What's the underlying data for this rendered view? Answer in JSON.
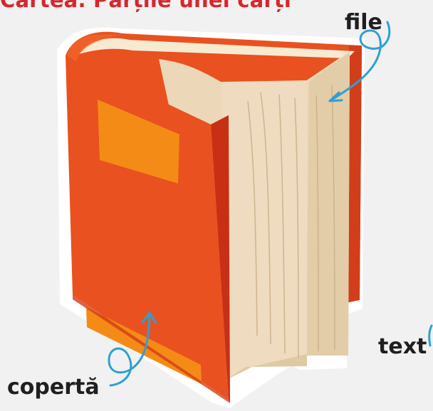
{
  "title": "Cartea. Părțile unei cărți",
  "labels": {
    "file": "file",
    "coperta": "copertă",
    "text": "text"
  },
  "colors": {
    "background": "#f1f1f1",
    "cover": "#e95120",
    "cover_dark": "#cf3517",
    "cover_light": "#f48b16",
    "pages": "#ecd8b8",
    "pages_shadow": "#dbc4a2",
    "arrow": "#2f9fd4",
    "title": "#d6272d"
  }
}
